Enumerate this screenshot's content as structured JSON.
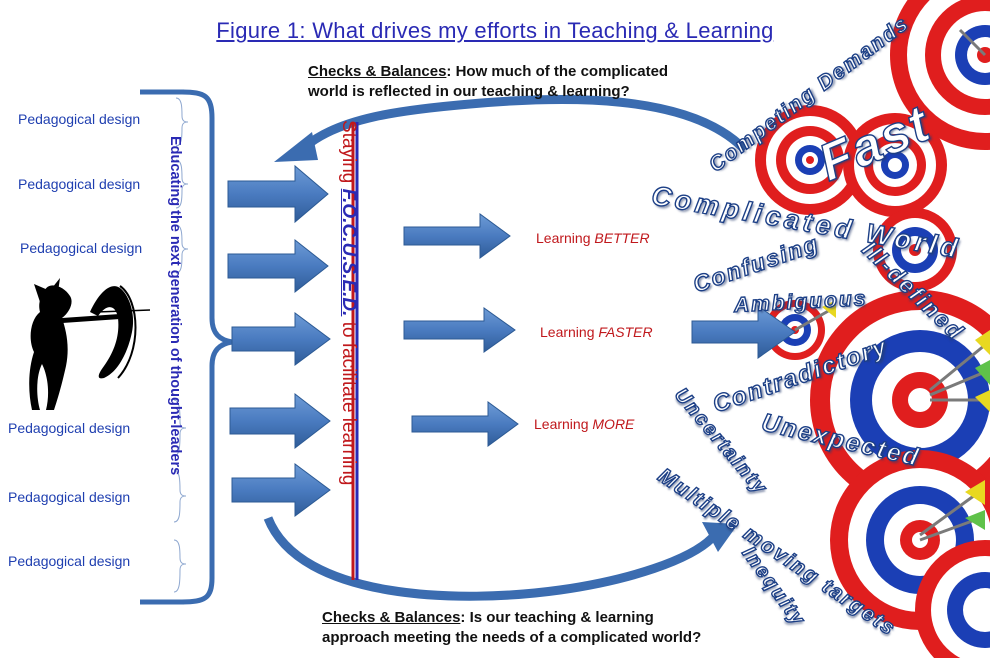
{
  "title": "Figure 1: What drives my efforts in Teaching & Learning",
  "checks_top": {
    "heading": "Checks & Balances",
    "line1": ": How much of the complicated",
    "line2": "world is reflected in our teaching & learning?"
  },
  "checks_bottom": {
    "heading": "Checks & Balances",
    "line1": ": Is our teaching & learning",
    "line2": "approach meeting the needs of a complicated world?"
  },
  "pedagogical_design": [
    "Pedagogical design",
    "Pedagogical design",
    "Pedagogical design",
    "Pedagogical design",
    "Pedagogical design",
    "Pedagogical design"
  ],
  "vertical_label": "Educating the next generation of thought-leaders",
  "staying_focused": {
    "part1": "Staying ",
    "part2": "F.O.C.U.S.E.D.",
    "part3": " to facilitate learning"
  },
  "learning": [
    {
      "prefix": "Learning ",
      "emphasis": "BETTER"
    },
    {
      "prefix": "Learning ",
      "emphasis": "FASTER"
    },
    {
      "prefix": "Learning ",
      "emphasis": "MORE"
    }
  ],
  "target_words": {
    "competing": "Competing Demands",
    "fast": "Fast",
    "complicated": "Complicated World",
    "confusing": "Confusing",
    "ill_defined": "Ill-defined",
    "ambiguous": "Ambiguous",
    "contradictory": "Contradictory",
    "unexpected": "Unexpected",
    "uncertainty": "Uncertainty",
    "multiple": "Multiple moving targets",
    "inequity": "Inequity"
  },
  "colors": {
    "title": "#2a2ab4",
    "arrow_fill": "#4a7bc0",
    "arrow_stroke": "#2c5a94",
    "bracket": "#3b6cb0",
    "text_blue": "#1f3fb0",
    "text_red": "#c0181c",
    "target_red": "#e01e1e",
    "target_blue": "#1b3fb5"
  },
  "icons": {
    "archer": "archer-silhouette-icon",
    "targets": "bullseye-target-icon"
  }
}
